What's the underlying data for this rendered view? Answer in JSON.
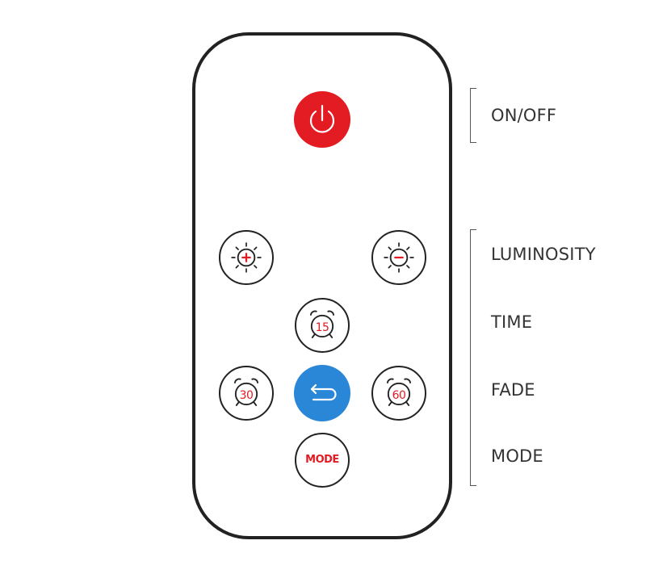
{
  "remote": {
    "buttons": {
      "power": {
        "icon": "power-icon",
        "color": "#e31b23"
      },
      "luminosity_up": {
        "icon": "brightness-plus-icon"
      },
      "luminosity_down": {
        "icon": "brightness-minus-icon"
      },
      "timer_15": {
        "icon": "alarm-clock-icon",
        "label": "15"
      },
      "timer_30": {
        "icon": "alarm-clock-icon",
        "label": "30"
      },
      "timer_60": {
        "icon": "alarm-clock-icon",
        "label": "60"
      },
      "fade": {
        "icon": "return-arrow-icon",
        "color": "#2a86d6"
      },
      "mode": {
        "label": "MODE"
      }
    }
  },
  "labels": {
    "onoff": "ON/OFF",
    "luminosity": "LUMINOSITY",
    "time": "TIME",
    "fade": "FADE",
    "mode": "MODE"
  },
  "colors": {
    "accent_red": "#e31b23",
    "accent_blue": "#2a86d6",
    "outline": "#222222"
  }
}
